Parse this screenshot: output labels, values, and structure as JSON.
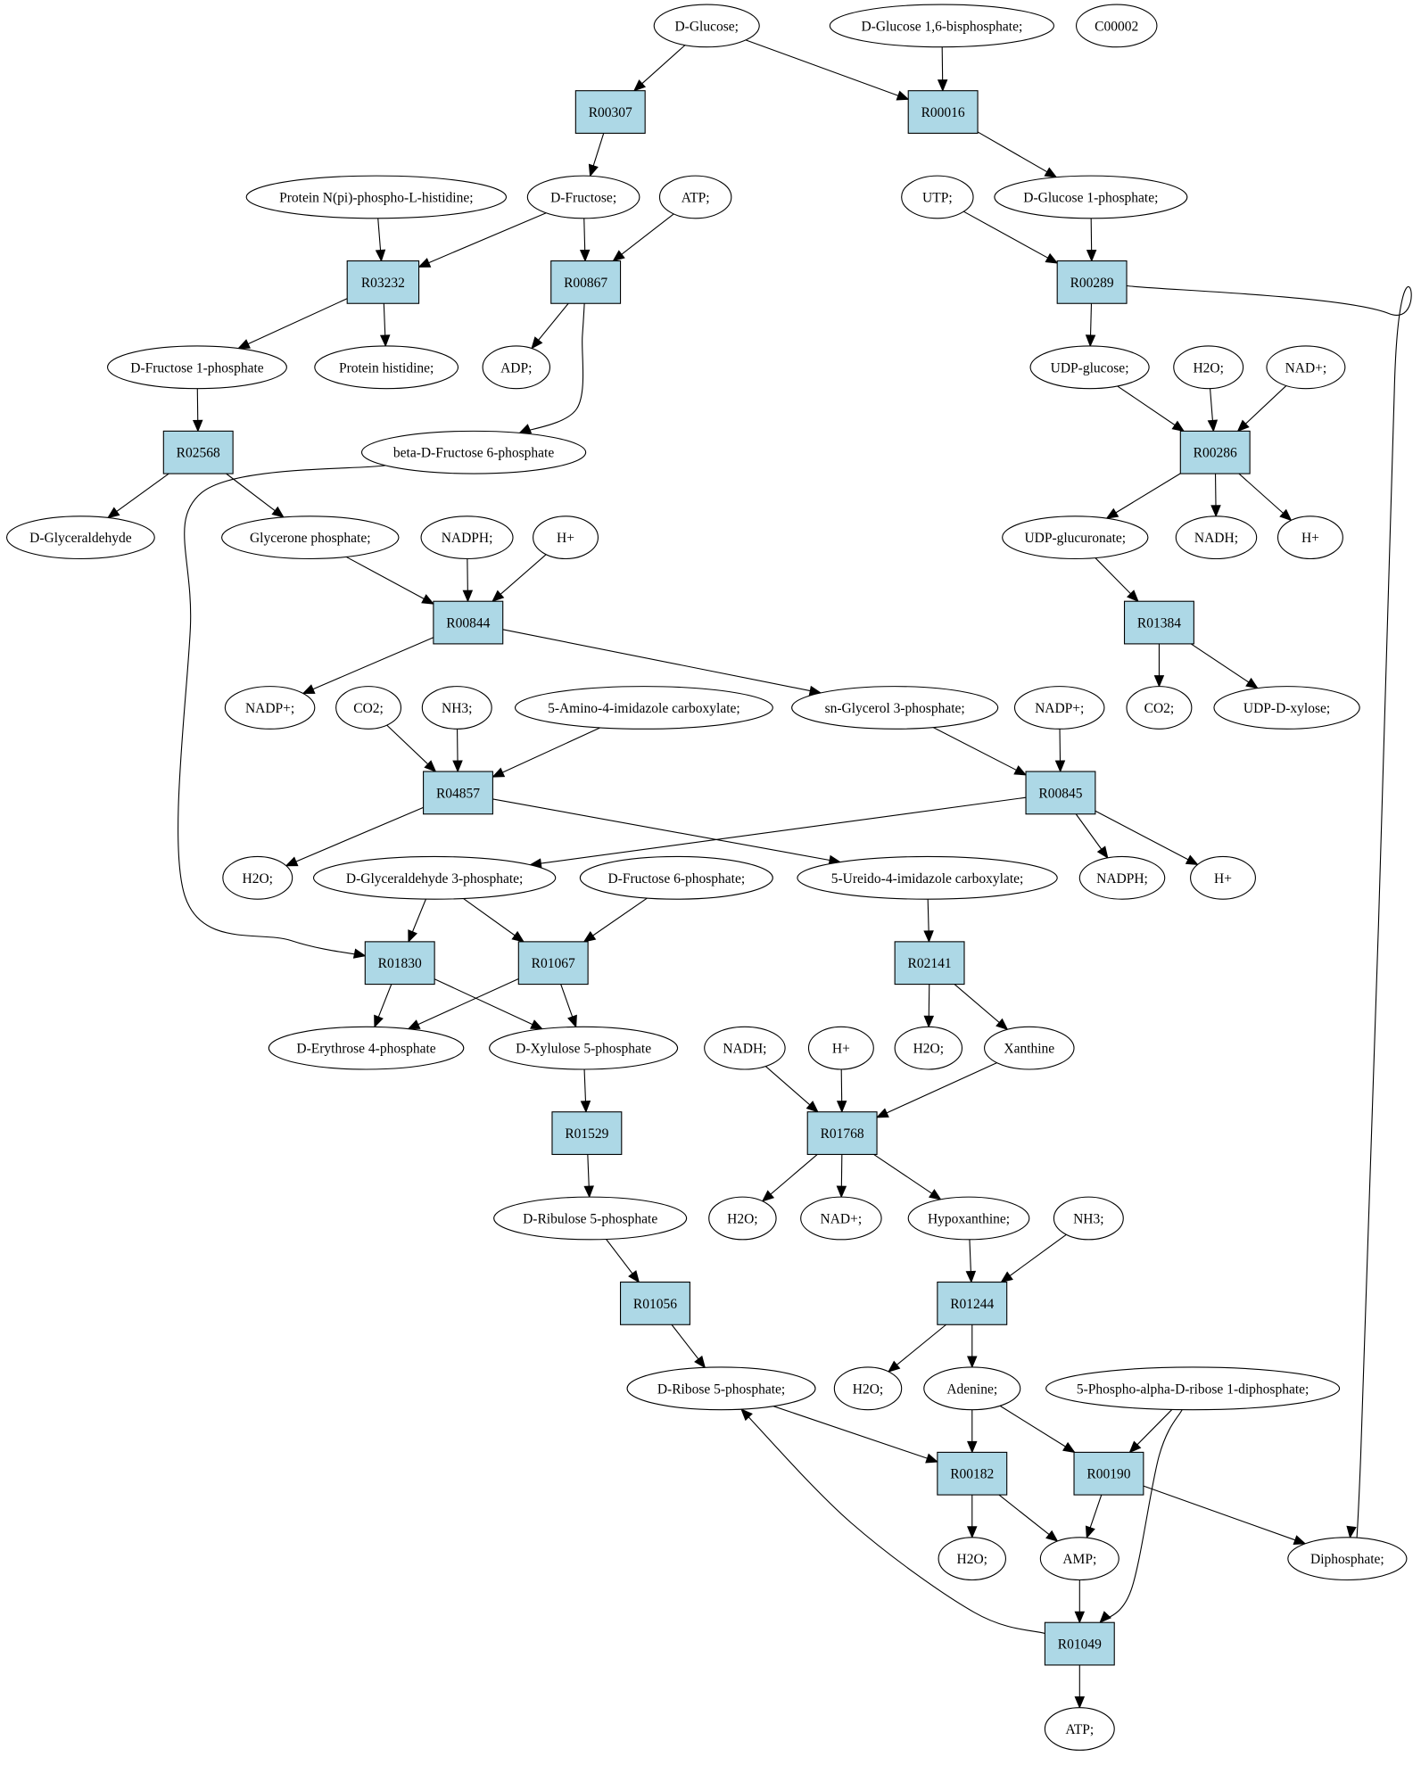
{
  "colors": {
    "reaction_fill": "#add8e6",
    "compound_fill": "#ffffff",
    "source_fill": "#00ff00",
    "target_fill": "#ffff00"
  },
  "compounds": [
    {
      "id": "c_glc",
      "label": "D-Glucose;",
      "color": "#00ff00"
    },
    {
      "id": "c_g16bp",
      "label": "D-Glucose 1,6-bisphosphate;"
    },
    {
      "id": "c_c00002",
      "label": "C00002",
      "color": "#ffff00"
    },
    {
      "id": "c_pnph",
      "label": "Protein N(pi)-phospho-L-histidine;"
    },
    {
      "id": "c_fru",
      "label": "D-Fructose;"
    },
    {
      "id": "c_atp1",
      "label": "ATP;"
    },
    {
      "id": "c_utp",
      "label": "UTP;"
    },
    {
      "id": "c_g1p",
      "label": "D-Glucose 1-phosphate;"
    },
    {
      "id": "c_f1p",
      "label": "D-Fructose 1-phosphate"
    },
    {
      "id": "c_phis",
      "label": "Protein histidine;"
    },
    {
      "id": "c_adp",
      "label": "ADP;"
    },
    {
      "id": "c_udpg",
      "label": "UDP-glucose;"
    },
    {
      "id": "c_h2o1",
      "label": "H2O;"
    },
    {
      "id": "c_nad1",
      "label": "NAD+;"
    },
    {
      "id": "c_bf6p",
      "label": "beta-D-Fructose 6-phosphate"
    },
    {
      "id": "c_gla",
      "label": "D-Glyceraldehyde"
    },
    {
      "id": "c_dhap",
      "label": "Glycerone phosphate;"
    },
    {
      "id": "c_nadph1",
      "label": "NADPH;"
    },
    {
      "id": "c_h1",
      "label": "H+"
    },
    {
      "id": "c_udpgca",
      "label": "UDP-glucuronate;"
    },
    {
      "id": "c_nadh1",
      "label": "NADH;"
    },
    {
      "id": "c_h2",
      "label": "H+"
    },
    {
      "id": "c_nadp1",
      "label": "NADP+;"
    },
    {
      "id": "c_co2a",
      "label": "CO2;"
    },
    {
      "id": "c_nh3a",
      "label": "NH3;"
    },
    {
      "id": "c_aica",
      "label": "5-Amino-4-imidazole carboxylate;"
    },
    {
      "id": "c_g3p",
      "label": "sn-Glycerol 3-phosphate;"
    },
    {
      "id": "c_nadp2",
      "label": "NADP+;"
    },
    {
      "id": "c_co2b",
      "label": "CO2;"
    },
    {
      "id": "c_udpx",
      "label": "UDP-D-xylose;"
    },
    {
      "id": "c_h2o2",
      "label": "H2O;"
    },
    {
      "id": "c_gap",
      "label": "D-Glyceraldehyde 3-phosphate;"
    },
    {
      "id": "c_f6p",
      "label": "D-Fructose 6-phosphate;"
    },
    {
      "id": "c_uica",
      "label": "5-Ureido-4-imidazole carboxylate;"
    },
    {
      "id": "c_nadph2",
      "label": "NADPH;"
    },
    {
      "id": "c_h3",
      "label": "H+"
    },
    {
      "id": "c_e4p",
      "label": "D-Erythrose 4-phosphate"
    },
    {
      "id": "c_x5p",
      "label": "D-Xylulose 5-phosphate"
    },
    {
      "id": "c_nadh2",
      "label": "NADH;"
    },
    {
      "id": "c_h4",
      "label": "H+"
    },
    {
      "id": "c_h2o3",
      "label": "H2O;"
    },
    {
      "id": "c_xan",
      "label": "Xanthine"
    },
    {
      "id": "c_ru5p",
      "label": "D-Ribulose 5-phosphate"
    },
    {
      "id": "c_h2o4",
      "label": "H2O;"
    },
    {
      "id": "c_nad2",
      "label": "NAD+;"
    },
    {
      "id": "c_hyp",
      "label": "Hypoxanthine;"
    },
    {
      "id": "c_nh3b",
      "label": "NH3;"
    },
    {
      "id": "c_r5p",
      "label": "D-Ribose 5-phosphate;"
    },
    {
      "id": "c_h2o5",
      "label": "H2O;"
    },
    {
      "id": "c_ade",
      "label": "Adenine;"
    },
    {
      "id": "c_prpp",
      "label": "5-Phospho-alpha-D-ribose 1-diphosphate;"
    },
    {
      "id": "c_h2o6",
      "label": "H2O;"
    },
    {
      "id": "c_amp",
      "label": "AMP;"
    },
    {
      "id": "c_ppi",
      "label": "Diphosphate;"
    },
    {
      "id": "c_atp2",
      "label": "ATP;"
    }
  ],
  "reactions": [
    {
      "id": "R00307",
      "label": "R00307"
    },
    {
      "id": "R00016",
      "label": "R00016"
    },
    {
      "id": "R03232",
      "label": "R03232"
    },
    {
      "id": "R00867",
      "label": "R00867"
    },
    {
      "id": "R00289",
      "label": "R00289"
    },
    {
      "id": "R02568",
      "label": "R02568"
    },
    {
      "id": "R00286",
      "label": "R00286"
    },
    {
      "id": "R00844",
      "label": "R00844"
    },
    {
      "id": "R01384",
      "label": "R01384"
    },
    {
      "id": "R04857",
      "label": "R04857"
    },
    {
      "id": "R00845",
      "label": "R00845"
    },
    {
      "id": "R01830",
      "label": "R01830"
    },
    {
      "id": "R01067",
      "label": "R01067"
    },
    {
      "id": "R02141",
      "label": "R02141"
    },
    {
      "id": "R01529",
      "label": "R01529"
    },
    {
      "id": "R01768",
      "label": "R01768"
    },
    {
      "id": "R01056",
      "label": "R01056"
    },
    {
      "id": "R01244",
      "label": "R01244"
    },
    {
      "id": "R00182",
      "label": "R00182"
    },
    {
      "id": "R00190",
      "label": "R00190"
    },
    {
      "id": "R01049",
      "label": "R01049"
    }
  ],
  "edges": [
    [
      "c_glc",
      "R00307"
    ],
    [
      "c_glc",
      "R00016"
    ],
    [
      "c_g16bp",
      "R00016"
    ],
    [
      "R00307",
      "c_fru"
    ],
    [
      "R00016",
      "c_g1p"
    ],
    [
      "c_pnph",
      "R03232"
    ],
    [
      "c_fru",
      "R03232"
    ],
    [
      "c_fru",
      "R00867"
    ],
    [
      "c_atp1",
      "R00867"
    ],
    [
      "c_utp",
      "R00289"
    ],
    [
      "c_g1p",
      "R00289"
    ],
    [
      "R03232",
      "c_f1p"
    ],
    [
      "R03232",
      "c_phis"
    ],
    [
      "R00867",
      "c_adp"
    ],
    [
      "R00867",
      "c_bf6p"
    ],
    [
      "R00289",
      "c_udpg"
    ],
    [
      "R00289",
      "c_ppi"
    ],
    [
      "c_f1p",
      "R02568"
    ],
    [
      "c_udpg",
      "R00286"
    ],
    [
      "c_h2o1",
      "R00286"
    ],
    [
      "c_nad1",
      "R00286"
    ],
    [
      "R02568",
      "c_gla"
    ],
    [
      "R02568",
      "c_dhap"
    ],
    [
      "R00286",
      "c_udpgca"
    ],
    [
      "R00286",
      "c_nadh1"
    ],
    [
      "R00286",
      "c_h2"
    ],
    [
      "c_dhap",
      "R00844"
    ],
    [
      "c_nadph1",
      "R00844"
    ],
    [
      "c_h1",
      "R00844"
    ],
    [
      "c_udpgca",
      "R01384"
    ],
    [
      "R00844",
      "c_nadp1"
    ],
    [
      "R00844",
      "c_g3p"
    ],
    [
      "R01384",
      "c_co2b"
    ],
    [
      "R01384",
      "c_udpx"
    ],
    [
      "c_co2a",
      "R04857"
    ],
    [
      "c_nh3a",
      "R04857"
    ],
    [
      "c_aica",
      "R04857"
    ],
    [
      "c_g3p",
      "R00845"
    ],
    [
      "c_nadp2",
      "R00845"
    ],
    [
      "R04857",
      "c_h2o2"
    ],
    [
      "R04857",
      "c_uica"
    ],
    [
      "R00845",
      "c_gap"
    ],
    [
      "R00845",
      "c_nadph2"
    ],
    [
      "R00845",
      "c_h3"
    ],
    [
      "c_bf6p",
      "R01830"
    ],
    [
      "c_gap",
      "R01830"
    ],
    [
      "c_gap",
      "R01067"
    ],
    [
      "c_f6p",
      "R01067"
    ],
    [
      "c_uica",
      "R02141"
    ],
    [
      "R01830",
      "c_e4p"
    ],
    [
      "R01830",
      "c_x5p"
    ],
    [
      "R01067",
      "c_e4p"
    ],
    [
      "R01067",
      "c_x5p"
    ],
    [
      "R02141",
      "c_h2o3"
    ],
    [
      "R02141",
      "c_xan"
    ],
    [
      "c_x5p",
      "R01529"
    ],
    [
      "c_nadh2",
      "R01768"
    ],
    [
      "c_h4",
      "R01768"
    ],
    [
      "c_xan",
      "R01768"
    ],
    [
      "R01529",
      "c_ru5p"
    ],
    [
      "R01768",
      "c_h2o4"
    ],
    [
      "R01768",
      "c_nad2"
    ],
    [
      "R01768",
      "c_hyp"
    ],
    [
      "c_ru5p",
      "R01056"
    ],
    [
      "c_hyp",
      "R01244"
    ],
    [
      "c_nh3b",
      "R01244"
    ],
    [
      "R01056",
      "c_r5p"
    ],
    [
      "R01244",
      "c_h2o5"
    ],
    [
      "R01244",
      "c_ade"
    ],
    [
      "c_r5p",
      "R00182"
    ],
    [
      "c_ade",
      "R00182"
    ],
    [
      "c_ade",
      "R00190"
    ],
    [
      "c_prpp",
      "R00190"
    ],
    [
      "c_prpp",
      "R01049"
    ],
    [
      "R00182",
      "c_h2o6"
    ],
    [
      "R00182",
      "c_amp"
    ],
    [
      "R00190",
      "c_amp"
    ],
    [
      "R00190",
      "c_ppi"
    ],
    [
      "c_amp",
      "R01049"
    ],
    [
      "R01049",
      "c_r5p"
    ],
    [
      "R01049",
      "c_atp2"
    ]
  ]
}
